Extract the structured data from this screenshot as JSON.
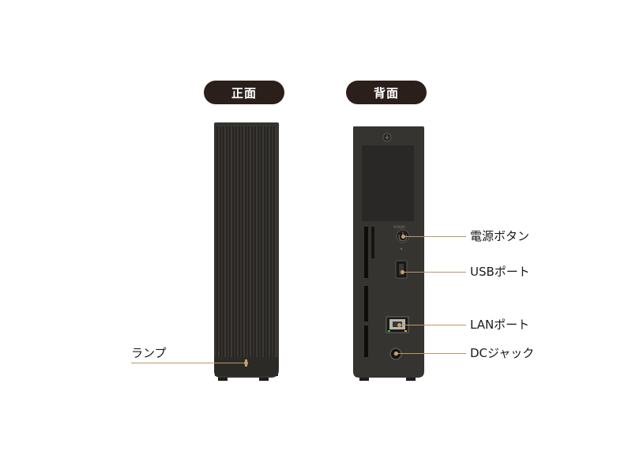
{
  "headers": {
    "front": "正面",
    "back": "背面"
  },
  "callouts": {
    "lamp": "ランプ",
    "power_button": "電源ボタン",
    "usb_port": "USBポート",
    "lan_port": "LANポート",
    "dc_jack": "DCジャック"
  },
  "colors": {
    "pill": "#2b1f1b",
    "leader_line": "#b9976a",
    "device_body": "#2f2d2a"
  }
}
